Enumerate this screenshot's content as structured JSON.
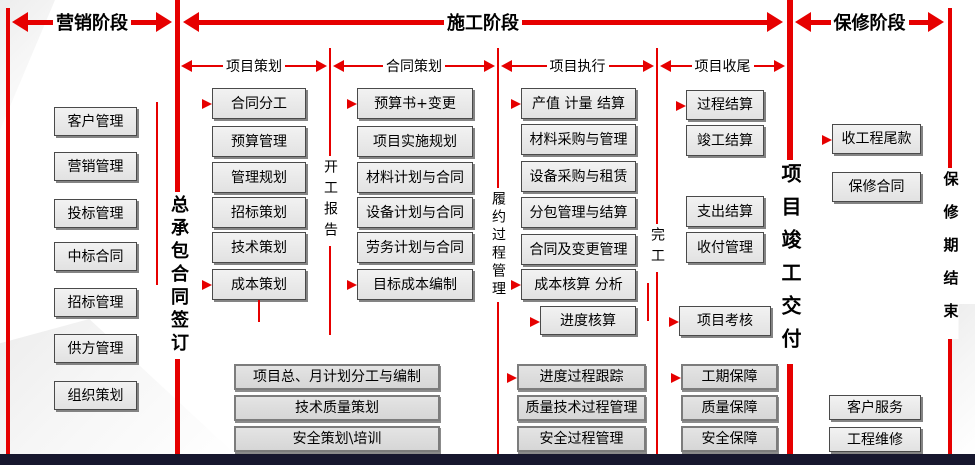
{
  "phases": {
    "marketing": "营销阶段",
    "construction": "施工阶段",
    "warranty": "保修阶段"
  },
  "stages": {
    "planning": "项目策划",
    "contract": "合同策划",
    "execution": "项目执行",
    "closeout": "项目收尾"
  },
  "milestones": {
    "contract_signing": "总承包合同签订",
    "commencement_report": "开工报告",
    "performance_process": "履约过程管理",
    "completion": "完工",
    "handover": "项目竣工交付",
    "warranty_end": "保修期结束"
  },
  "boxes": {
    "marketing": [
      "客户管理",
      "营销管理",
      "投标管理",
      "中标合同",
      "招标管理",
      "供方管理",
      "组织策划"
    ],
    "planning": [
      "合同分工",
      "预算管理",
      "管理规划",
      "招标策划",
      "技术策划",
      "成本策划"
    ],
    "contract": [
      "预算书+变更",
      "项目实施规划",
      "材料计划与合同",
      "设备计划与合同",
      "劳务计划与合同",
      "目标成本编制"
    ],
    "execution": [
      "产值 计量 结算",
      "材料采购与管理",
      "设备采购与租赁",
      "分包管理与结算",
      "合同及变更管理",
      "成本核算 分析",
      "进度核算"
    ],
    "closeout": [
      "过程结算",
      "竣工结算",
      "支出结算",
      "收付管理",
      "项目考核"
    ],
    "warranty": [
      "收工程尾款",
      "保修合同"
    ],
    "bottom_planning": [
      "项目总、月计划分工与编制",
      "技术质量策划",
      "安全策划\\培训"
    ],
    "bottom_process": [
      "进度过程跟踪",
      "质量技术过程管理",
      "安全过程管理"
    ],
    "bottom_guarantee": [
      "工期保障",
      "质量保障",
      "安全保障"
    ],
    "bottom_service": [
      "客户服务",
      "工程维修"
    ]
  },
  "colors": {
    "line_red": "#e60000",
    "box_fill": "#eaeaea",
    "footer_bar": "#17172e"
  }
}
